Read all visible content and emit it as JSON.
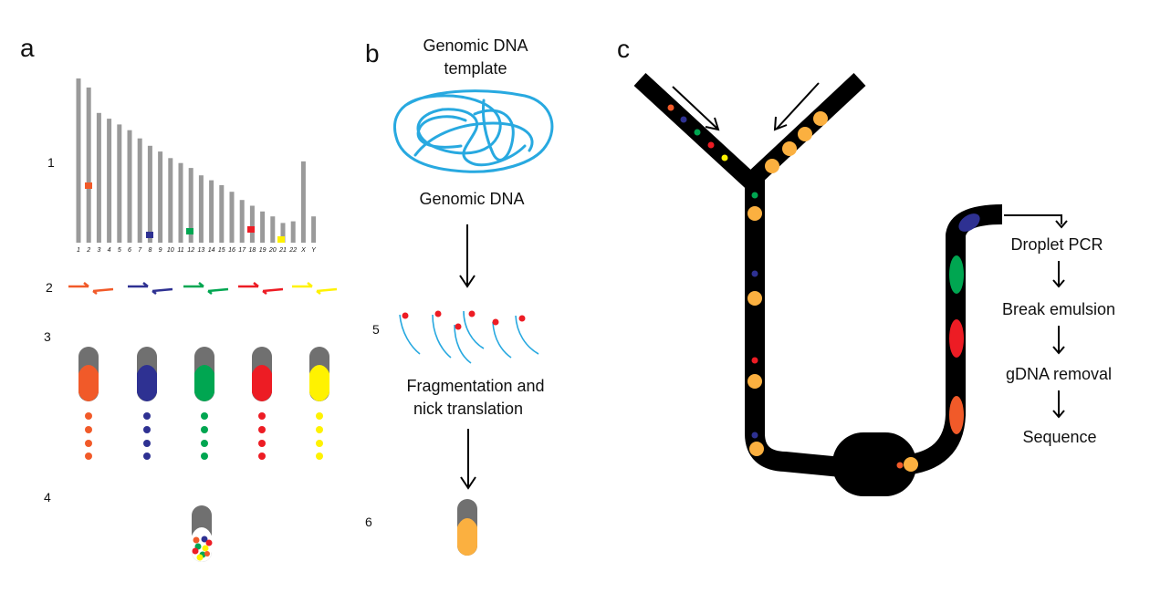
{
  "panels": {
    "a": "a",
    "b": "b",
    "c": "c"
  },
  "steps": {
    "s1": "1",
    "s2": "2",
    "s3": "3",
    "s4": "4",
    "s5": "5",
    "s6": "6"
  },
  "chromosomes": [
    {
      "label": "1",
      "h": 1.0
    },
    {
      "label": "2",
      "h": 0.945
    },
    {
      "label": "3",
      "h": 0.79
    },
    {
      "label": "4",
      "h": 0.755
    },
    {
      "label": "5",
      "h": 0.72
    },
    {
      "label": "6",
      "h": 0.685
    },
    {
      "label": "7",
      "h": 0.635
    },
    {
      "label": "8",
      "h": 0.59
    },
    {
      "label": "9",
      "h": 0.555
    },
    {
      "label": "10",
      "h": 0.515
    },
    {
      "label": "11",
      "h": 0.485
    },
    {
      "label": "12",
      "h": 0.455
    },
    {
      "label": "13",
      "h": 0.41
    },
    {
      "label": "14",
      "h": 0.38
    },
    {
      "label": "15",
      "h": 0.35
    },
    {
      "label": "16",
      "h": 0.31
    },
    {
      "label": "17",
      "h": 0.26
    },
    {
      "label": "18",
      "h": 0.225
    },
    {
      "label": "19",
      "h": 0.19
    },
    {
      "label": "20",
      "h": 0.16
    },
    {
      "label": "21",
      "h": 0.12
    },
    {
      "label": "22",
      "h": 0.13
    },
    {
      "label": "X",
      "h": 0.495
    },
    {
      "label": "Y",
      "h": 0.16
    }
  ],
  "colors": {
    "chromosome": "#9a9a9a",
    "tube": "#707070",
    "dna": "#28a9e0",
    "orange": "#f15a29",
    "blue": "#2e3192",
    "green": "#00a651",
    "red": "#ed1c24",
    "yellow": "#fff200",
    "amber": "#fbb040",
    "channel": "#000000"
  },
  "panel_b": {
    "template_line1": "Genomic DNA",
    "template_line2": "template",
    "genomic": "Genomic DNA",
    "frag_line1": "Fragmentation and",
    "frag_line2": "nick translation"
  },
  "panel_c": {
    "steps": [
      "Droplet PCR",
      "Break emulsion",
      "gDNA removal",
      "Sequence"
    ]
  }
}
